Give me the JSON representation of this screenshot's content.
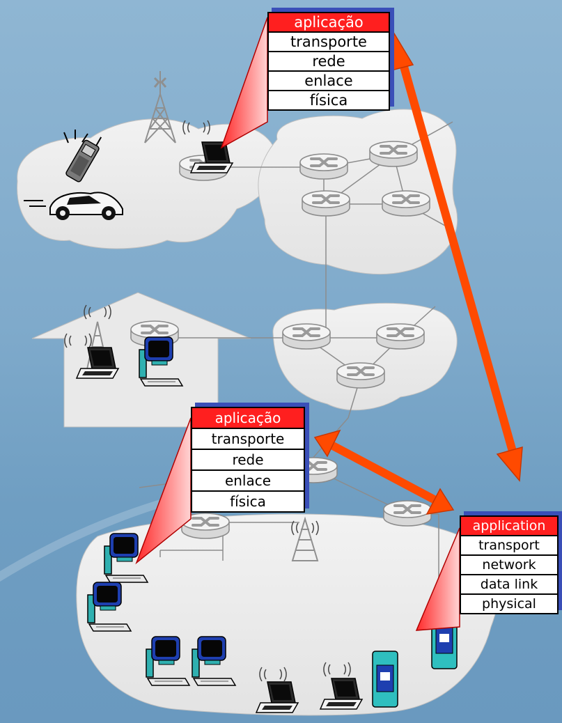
{
  "colors": {
    "background": "#7faacb",
    "cloud": "#ebebeb",
    "arrow": "#ff4a00",
    "application_layer": "#ff1f1f",
    "stack_shadow": "#3a4fb8"
  },
  "stacks": {
    "top": {
      "layers": [
        "aplicação",
        "transporte",
        "rede",
        "enlace",
        "física"
      ]
    },
    "middle": {
      "layers": [
        "aplicação",
        "transporte",
        "rede",
        "enlace",
        "física"
      ]
    },
    "right": {
      "layers": [
        "application",
        "transport",
        "network",
        "data link",
        "physical"
      ]
    }
  },
  "icons": [
    "cell-tower-icon",
    "cellphone-icon",
    "car-icon",
    "laptop-icon",
    "router-icon",
    "desktop-computer-icon",
    "server-icon",
    "wireless-access-point-icon"
  ]
}
